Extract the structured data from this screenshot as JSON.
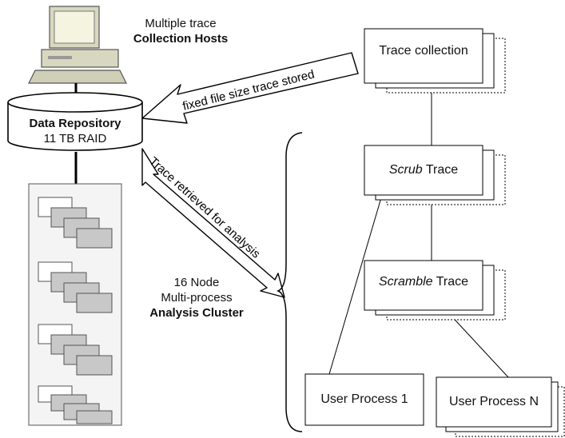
{
  "hosts": {
    "line1": "Multiple trace",
    "line2": "Collection Hosts"
  },
  "repository": {
    "title": "Data Repository",
    "subtitle": "11 TB RAID"
  },
  "arrows": {
    "stored": "fixed file size trace stored",
    "retrieved": "Trace retrieved for analysis"
  },
  "cluster": {
    "line1": "16 Node",
    "line2": "Multi-process",
    "line3": "Analysis Cluster"
  },
  "process": {
    "collection": "Trace collection",
    "scrub_em": "Scrub",
    "scrub_rest": " Trace",
    "scramble_em": "Scramble",
    "scramble_rest": " Trace",
    "user1": "User Process 1",
    "userN": "User Process N"
  }
}
